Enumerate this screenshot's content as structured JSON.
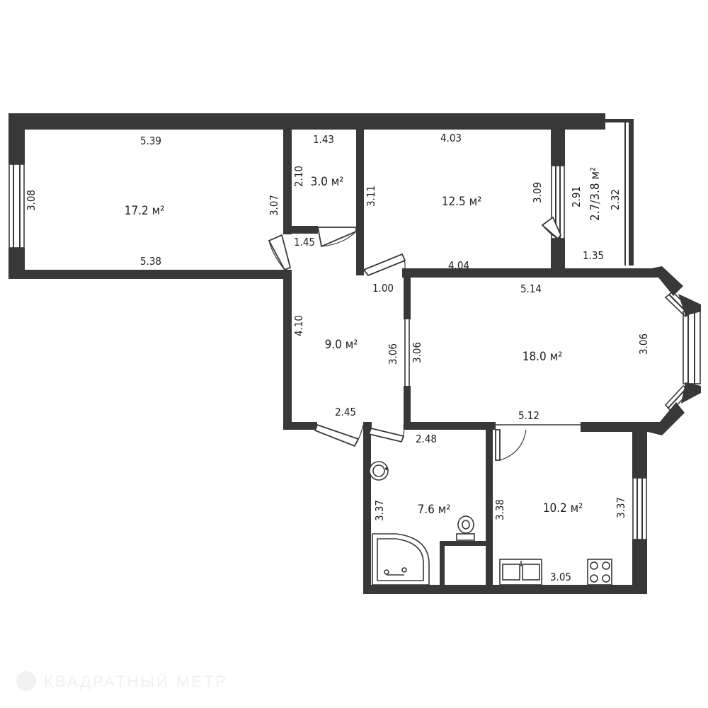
{
  "rooms": {
    "living_left": {
      "area": "17.2 м²",
      "dim_top": "5.39",
      "dim_bottom": "5.38",
      "dim_left": "3.08",
      "dim_right": "3.07"
    },
    "storage": {
      "area": "3.0 м²",
      "dim_top": "1.43",
      "dim_side": "2.10",
      "dim_bottom": "1.45"
    },
    "bedroom": {
      "area": "12.5 м²",
      "dim_top": "4.03",
      "dim_bottom": "4.04",
      "dim_left": "3.11",
      "dim_right": "3.09"
    },
    "balcony": {
      "area": "2.7/3.8 м²",
      "dim_left": "2.91",
      "dim_right": "2.32",
      "dim_bottom": "1.35"
    },
    "hall": {
      "area": "9.0 м²",
      "dim_top": "1.00",
      "dim_left": "4.10",
      "dim_right": "3.06",
      "dim_bottom": "2.45"
    },
    "living_main": {
      "area": "18.0 м²",
      "dim_top": "5.14",
      "dim_left": "3.06",
      "dim_right": "3.06",
      "dim_bottom": "5.12"
    },
    "bathroom": {
      "area": "7.6 м²",
      "dim_top": "2.48",
      "dim_left": "3.37"
    },
    "kitchen": {
      "area": "10.2 м²",
      "dim_left": "3.38",
      "dim_right": "3.37",
      "dim_bottom": "3.05"
    }
  },
  "watermark": "КВАДРАТНЫЙ МЕТР",
  "colors": {
    "wall": "#383838",
    "background": "#ffffff",
    "text": "#1e1e1e"
  }
}
